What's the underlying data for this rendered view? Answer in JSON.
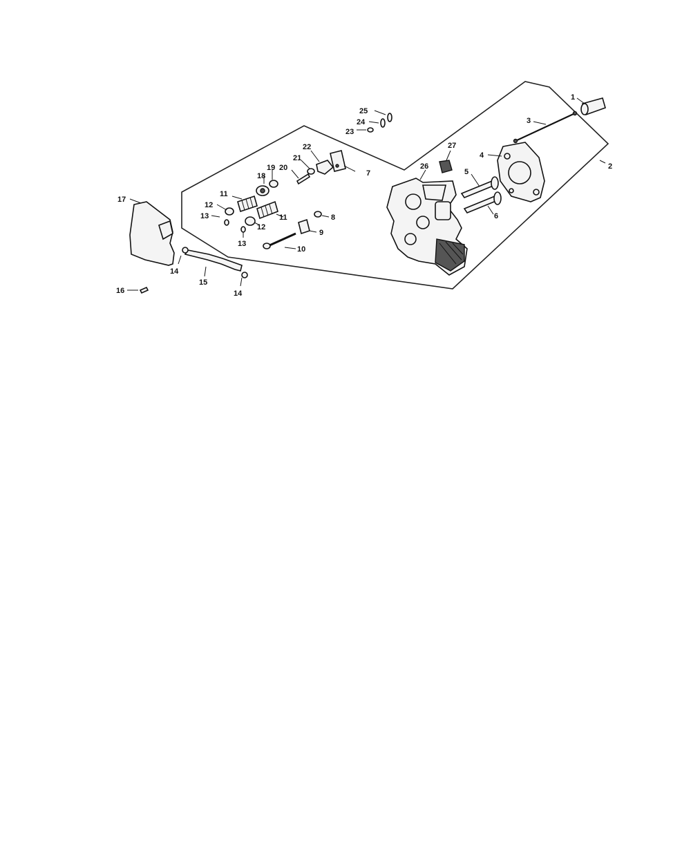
{
  "diagram": {
    "type": "exploded-parts-diagram",
    "labels": {
      "p1": "1",
      "p2": "2",
      "p3": "3",
      "p4": "4",
      "p5": "5",
      "p6": "6",
      "p7": "7",
      "p8": "8",
      "p9": "9",
      "p10": "10",
      "p11a": "11",
      "p11b": "11",
      "p12a": "12",
      "p12b": "12",
      "p13a": "13",
      "p13b": "13",
      "p14a": "14",
      "p14b": "14",
      "p15": "15",
      "p16": "16",
      "p17": "17",
      "p18": "18",
      "p19": "19",
      "p20": "20",
      "p21": "21",
      "p22": "22",
      "p23": "23",
      "p24": "24",
      "p25": "25",
      "p26": "26",
      "p27": "27"
    }
  }
}
